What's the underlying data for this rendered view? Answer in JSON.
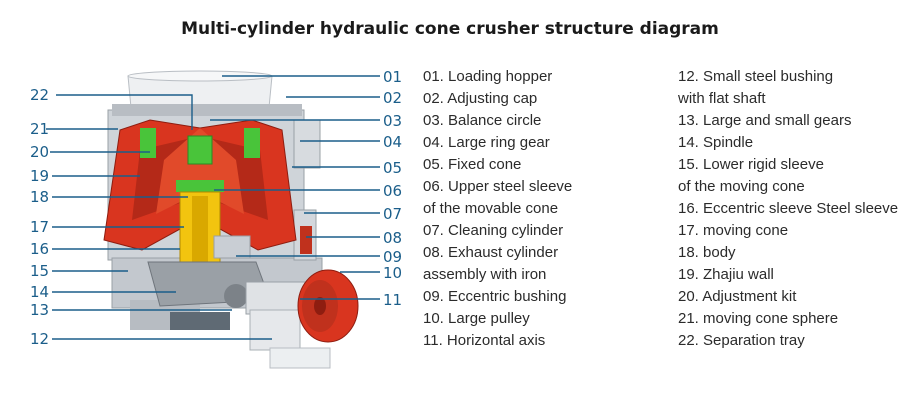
{
  "title": "Multi-cylinder hydraulic cone crusher structure diagram",
  "callout_numbers": [
    "01",
    "02",
    "03",
    "04",
    "05",
    "06",
    "07",
    "08",
    "09",
    "10",
    "11",
    "12",
    "13",
    "14",
    "15",
    "16",
    "17",
    "18",
    "19",
    "20",
    "21",
    "22"
  ],
  "legend_left": [
    "01. Loading hopper",
    "02. Adjusting cap",
    "03. Balance circle",
    "04. Large ring gear",
    "05. Fixed cone",
    "06. Upper steel sleeve\n of the movable cone",
    "07. Cleaning cylinder",
    "08. Exhaust cylinder\n assembly with iron",
    "09. Eccentric bushing",
    "10. Large pulley",
    "11. Horizontal axis"
  ],
  "legend_right": [
    "12. Small steel bushing\n with flat shaft",
    "13. Large and small gears",
    "14. Spindle",
    "15. Lower rigid sleeve\n of the moving cone",
    "16. Eccentric sleeve Steel sleeve",
    "17. moving cone",
    "18. body",
    "19. Zhajiu wall",
    "20. Adjustment kit",
    "21. moving cone sphere",
    "22. Separation tray"
  ],
  "colors": {
    "accent_blue": "#1b5e8a",
    "frame_gray": "#c9ced4",
    "crusher_red": "#d9351f",
    "cone_yellow": "#f2c40f",
    "part_green": "#49c43a"
  }
}
